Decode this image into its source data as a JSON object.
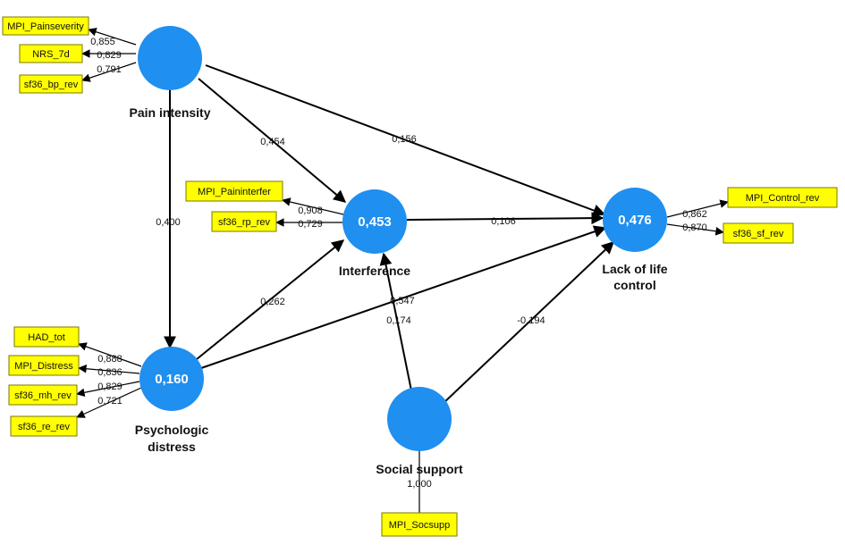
{
  "colors": {
    "latent_fill": "#1f8ff0",
    "indicator_fill": "#ffff00",
    "line": "#000000"
  },
  "latents": {
    "pain_intensity": {
      "label": "Pain intensity",
      "value": ""
    },
    "interference": {
      "label": "Interference",
      "value": "0,453"
    },
    "lack_of_life_control": {
      "label_line1": "Lack of life",
      "label_line2": "control",
      "value": "0,476"
    },
    "psychologic_distress": {
      "label_line1": "Psychologic",
      "label_line2": "distress",
      "value": "0,160"
    },
    "social_support": {
      "label": "Social support",
      "value": ""
    }
  },
  "indicators": {
    "mpi_painseverity": "MPI_Painseverity",
    "nrs_7d": "NRS_7d",
    "sf36_bp_rev": "sf36_bp_rev",
    "mpi_paininterfer": "MPI_Paininterfer",
    "sf36_rp_rev": "sf36_rp_rev",
    "mpi_control_rev": "MPI_Control_rev",
    "sf36_sf_rev": "sf36_sf_rev",
    "had_tot": "HAD_tot",
    "mpi_distress": "MPI_Distress",
    "sf36_mh_rev": "sf36_mh_rev",
    "sf36_re_rev": "sf36_re_rev",
    "mpi_socsupp": "MPI_Socsupp"
  },
  "loadings": {
    "mpi_painseverity": "0,855",
    "nrs_7d": "0,829",
    "sf36_bp_rev": "0,791",
    "mpi_paininterfer": "0,908",
    "sf36_rp_rev": "0,729",
    "mpi_control_rev": "0,862",
    "sf36_sf_rev": "0,870",
    "had_tot": "0,888",
    "mpi_distress": "0,836",
    "sf36_mh_rev": "0,829",
    "sf36_re_rev": "0,721",
    "mpi_socsupp": "1,000"
  },
  "paths": {
    "pain_to_interference": "0,454",
    "pain_to_control": "0,156",
    "pain_to_distress": "0,400",
    "interference_to_control": "0,106",
    "distress_to_interference": "0,262",
    "distress_to_control": "0,547",
    "social_to_interference": "0,174",
    "social_to_control": "-0,194"
  }
}
